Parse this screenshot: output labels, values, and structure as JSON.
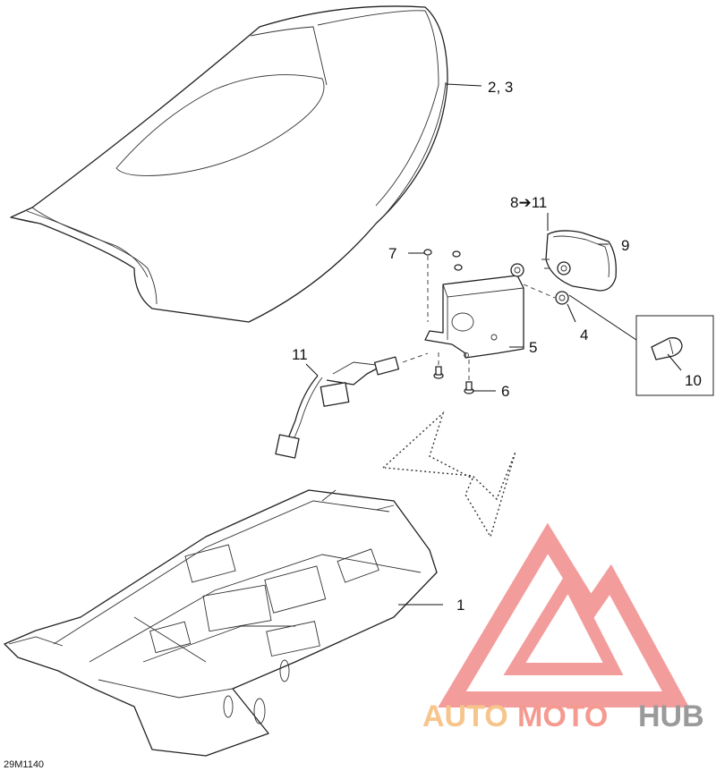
{
  "callouts": {
    "seat_cover": "2, 3",
    "taillight_kit": "8➔11",
    "taillight_lens": "9",
    "nut": "7",
    "grommet": "4",
    "bracket": "5",
    "bulb": "10",
    "wiring_harness": "11",
    "screw": "6",
    "seat_base": "1"
  },
  "reference_code": "29M1140",
  "watermark": {
    "part1": "AUTO",
    "part2": "MOTO",
    "part3": "HUB",
    "colors": {
      "auto": "#f7c58c",
      "moto": "#f59a90",
      "hub": "#9a9a9a",
      "logo": "#f28b8b"
    }
  }
}
